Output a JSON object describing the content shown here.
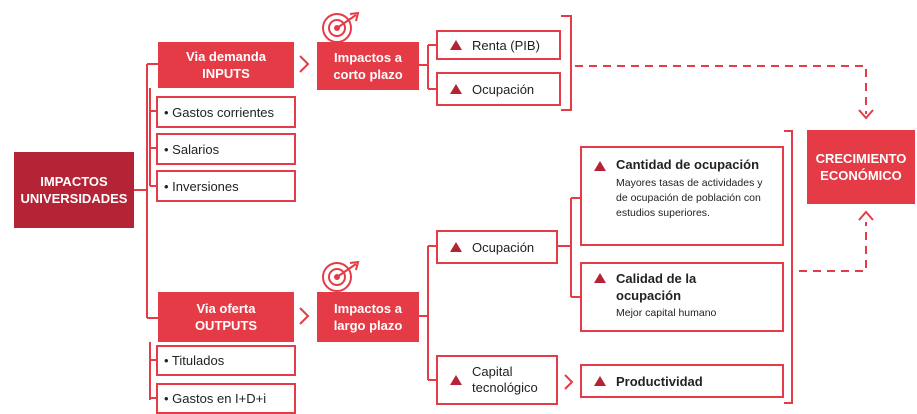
{
  "root": {
    "label_line1": "IMPACTOS",
    "label_line2": "UNIVERSIDADES"
  },
  "demand": {
    "title_line1": "Via demanda",
    "title_line2": "INPUTS",
    "items": [
      "• Gastos corrientes",
      "• Salarios",
      "• Inversiones"
    ]
  },
  "supply": {
    "title_line1": "Via oferta",
    "title_line2": "OUTPUTS",
    "items": [
      "• Titulados",
      "• Gastos en I+D+i"
    ]
  },
  "short_term": {
    "line1": "Impactos a",
    "line2": "corto plazo"
  },
  "long_term": {
    "line1": "Impactos a",
    "line2": "largo plazo"
  },
  "short_effects": [
    "Renta (PIB)",
    "Ocupación"
  ],
  "long_effects": {
    "ocupacion": "Ocupación",
    "capital_line1": "Capital",
    "capital_line2": "tecnológico"
  },
  "details": {
    "cantidad_title": "Cantidad de ocupación",
    "cantidad_desc": "Mayores tasas de actividades y de ocupación de población con estudios superiores.",
    "calidad_title_line1": "Calidad de la",
    "calidad_title_line2": "ocupación",
    "calidad_desc": "Mejor capital humano",
    "productividad": "Productividad"
  },
  "result": {
    "line1": "CRECIMIENTO",
    "line2": "ECONÓMICO"
  },
  "colors": {
    "dark_red": "#b42436",
    "bright_red": "#e53b46",
    "line": "#e53b46"
  },
  "icons": [
    "target-icon",
    "triangle-bullet-icon",
    "chevron-right-icon",
    "arrow-down-icon",
    "arrow-up-icon"
  ]
}
